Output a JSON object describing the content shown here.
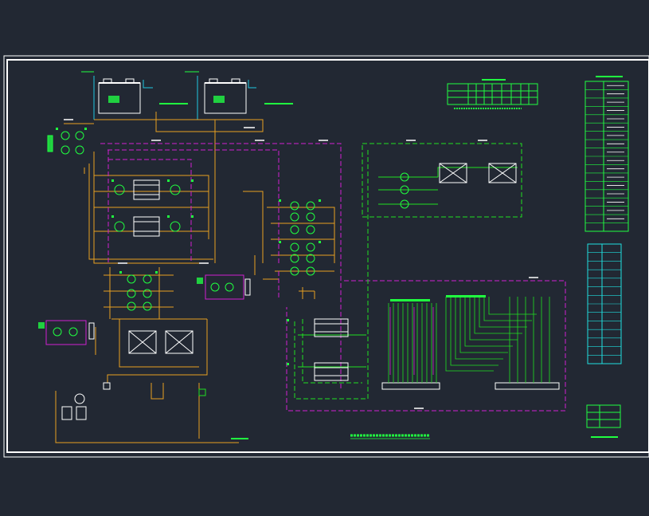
{
  "viewport": {
    "background_color": "#222833",
    "frame_color": "#ffffff"
  },
  "colors": {
    "chilled_water": "#e8a020",
    "chilled_water_pink": "#d020d0",
    "cooling_water": "#20e020",
    "make_up_water": "#20c8e0",
    "equipment": "#ffffff",
    "annotation": "#20ff40",
    "table_border": "#20ff40",
    "legend_table_border": "#20e0e0",
    "text": "#20ff40"
  },
  "drawing": {
    "title_text": "",
    "subtitle_text": ""
  },
  "tables": {
    "parameter_table": {
      "visible": true,
      "rows": 3,
      "cols": 9
    },
    "legend_table": {
      "visible": true,
      "rows": 18
    },
    "number_table": {
      "visible": true,
      "rows": 14
    },
    "small_table": {
      "visible": true,
      "rows": 3
    }
  },
  "note": {
    "visible": true
  }
}
